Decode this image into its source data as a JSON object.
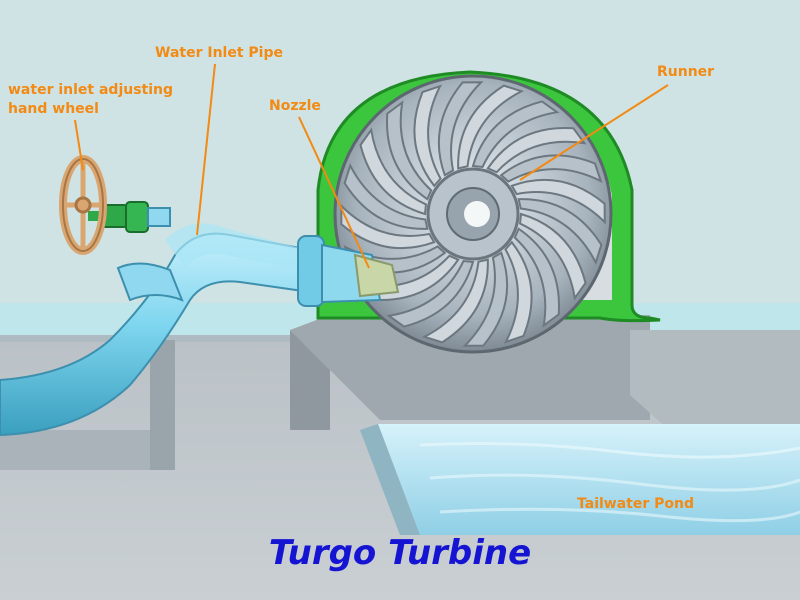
{
  "title": "Turgo Turbine",
  "labels": {
    "handwheel": "water inlet adjusting\nhand wheel",
    "pipe": "Water Inlet Pipe",
    "nozzle": "Nozzle",
    "runner": "Runner",
    "pond": "Tailwater Pond"
  },
  "colors": {
    "label": "#f28a14",
    "title": "#1414d2",
    "background": "#cfe3e4",
    "housing": "#39c43a",
    "pipe": "#79d4ec",
    "water": "#9ed8ea",
    "valve": "#2fa84a",
    "handwheel": "#d9a571"
  }
}
